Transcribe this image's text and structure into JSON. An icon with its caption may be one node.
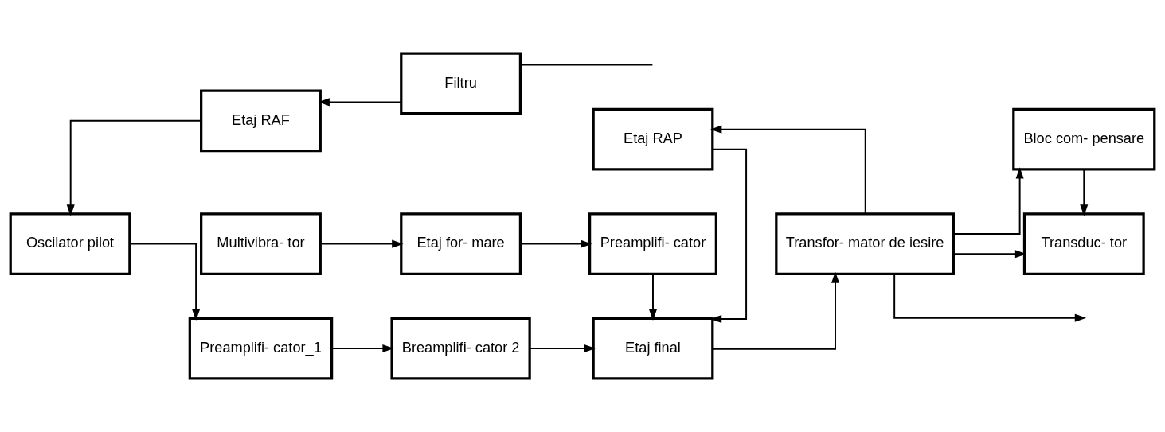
{
  "diagram": {
    "nodes": [
      {
        "text": [
          "Oscilator pilot"
        ]
      },
      {
        "text": [
          "Preamplifi- cator_1"
        ]
      },
      {
        "text": [
          "Breamplifi- cator 2"
        ]
      },
      {
        "text": [
          "Etaj final"
        ]
      },
      {
        "text": [
          "Transfor- mator de iesire"
        ]
      },
      {
        "text": [
          "Transduc- tor"
        ]
      },
      {
        "text": [
          "Multivibra- tor"
        ]
      },
      {
        "text": [
          "Etaj for- mare"
        ]
      },
      {
        "text": [
          "Preamplifi- cator"
        ]
      },
      {
        "text": [
          "Bloc com- pensare"
        ]
      },
      {
        "text": [
          "Etaj RAF"
        ]
      },
      {
        "text": [
          "Filtru"
        ]
      },
      {
        "text": [
          "Etaj RAP"
        ]
      }
    ],
    "edges": [
      {
        "from": 0,
        "to": 1,
        "arrow": "to"
      },
      {
        "from": 1,
        "to": 2,
        "arrow": "to"
      },
      {
        "from": 2,
        "to": 3,
        "arrow": "to"
      },
      {
        "from": 3,
        "to": 4,
        "arrow": "to"
      },
      {
        "from": 4,
        "to": 5,
        "arrow": "to"
      },
      {
        "from": 4,
        "to": 9,
        "arrow": "to"
      },
      {
        "from": 9,
        "to": 5,
        "arrow": "to"
      },
      {
        "from": 6,
        "to": 7,
        "arrow": "to"
      },
      {
        "from": 7,
        "to": 8,
        "arrow": "to"
      },
      {
        "from": 8,
        "to": 3,
        "arrow": "to"
      },
      {
        "from": 12,
        "to": 3,
        "arrow": "to"
      },
      {
        "from": 4,
        "to": 12,
        "arrow": "to"
      },
      {
        "from": 4,
        "to": null,
        "arrow": "to"
      },
      {
        "from": 11,
        "to": 10,
        "arrow": "to"
      },
      {
        "from": 10,
        "to": 0,
        "arrow": "to"
      },
      {
        "from": 11,
        "to": null,
        "arrow": "none"
      }
    ]
  }
}
